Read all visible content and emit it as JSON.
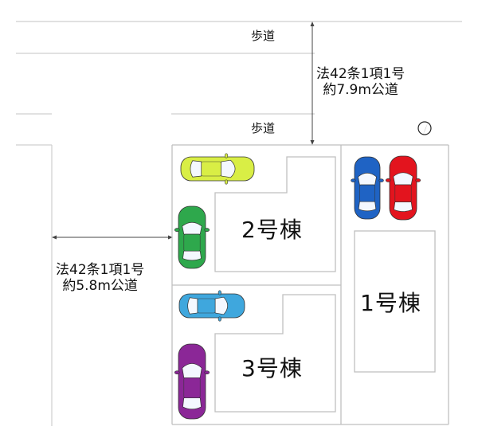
{
  "roads": {
    "sidewalk_top": "歩道",
    "sidewalk_bottom": "歩道",
    "main_road": {
      "line1": "法42条1項1号",
      "line2": "約7.9m公道"
    },
    "side_road": {
      "line1": "法42条1項1号",
      "line2": "約5.8m公道"
    }
  },
  "buildings": {
    "b1": "1号棟",
    "b2": "2号棟",
    "b3": "3号棟"
  },
  "north_icon": "north-arrow-icon",
  "car_colors": {
    "lime": "#d9ee45",
    "green": "#2ea84c",
    "sky": "#3fa7dd",
    "purple": "#8b2797",
    "blue": "#1f63c4",
    "red": "#e3141e"
  }
}
